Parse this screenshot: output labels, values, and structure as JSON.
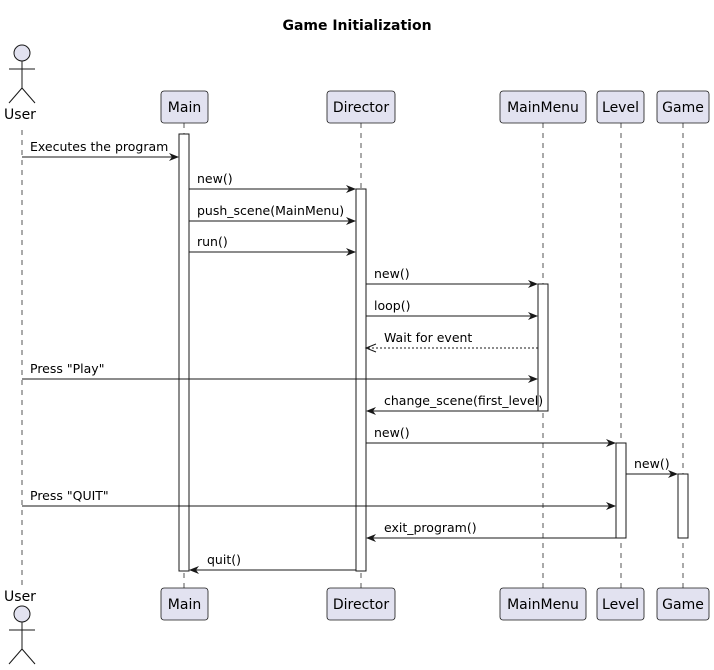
{
  "title": "Game Initialization",
  "actor": {
    "id": "user",
    "label": "User"
  },
  "participants": [
    {
      "id": "main",
      "label": "Main"
    },
    {
      "id": "director",
      "label": "Director"
    },
    {
      "id": "mainmenu",
      "label": "MainMenu"
    },
    {
      "id": "level",
      "label": "Level"
    },
    {
      "id": "game",
      "label": "Game"
    }
  ],
  "messages": [
    {
      "from": "user",
      "to": "main",
      "label": "Executes the program",
      "kind": "sync"
    },
    {
      "from": "main",
      "to": "director",
      "label": "new()",
      "kind": "sync"
    },
    {
      "from": "main",
      "to": "director",
      "label": "push_scene(MainMenu)",
      "kind": "sync"
    },
    {
      "from": "main",
      "to": "director",
      "label": "run()",
      "kind": "sync"
    },
    {
      "from": "director",
      "to": "mainmenu",
      "label": "new()",
      "kind": "sync"
    },
    {
      "from": "director",
      "to": "mainmenu",
      "label": "loop()",
      "kind": "sync"
    },
    {
      "from": "mainmenu",
      "to": "director",
      "label": "Wait for event",
      "kind": "reply"
    },
    {
      "from": "user",
      "to": "mainmenu",
      "label": "Press \"Play\"",
      "kind": "sync"
    },
    {
      "from": "mainmenu",
      "to": "director",
      "label": "change_scene(first_level)",
      "kind": "sync"
    },
    {
      "from": "director",
      "to": "level",
      "label": "new()",
      "kind": "sync"
    },
    {
      "from": "level",
      "to": "game",
      "label": "new()",
      "kind": "sync"
    },
    {
      "from": "user",
      "to": "level",
      "label": "Press \"QUIT\"",
      "kind": "sync"
    },
    {
      "from": "level",
      "to": "director",
      "label": "exit_program()",
      "kind": "sync"
    },
    {
      "from": "director",
      "to": "main",
      "label": "quit()",
      "kind": "sync"
    }
  ]
}
